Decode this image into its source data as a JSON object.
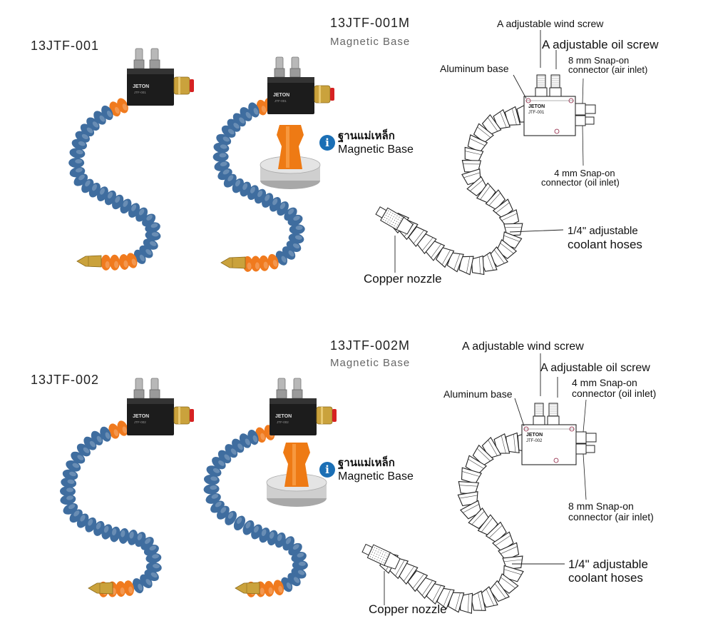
{
  "products": [
    {
      "model": "13JTF-001",
      "magnetic_model": "13JTF-001M",
      "magnetic_sub": "Magnetic Base",
      "info_thai": "ฐานแม่เหล็ก",
      "info_en": "Magnetic Base",
      "block_brand": "JETON",
      "block_code": "JTF-001",
      "diagram": {
        "wind_screw": "A adjustable wind screw",
        "oil_screw": "A adjustable oil screw",
        "aluminum_base": "Aluminum base",
        "connector_top_1": "8 mm Snap-on",
        "connector_top_2": "connector (air inlet)",
        "connector_bottom_1": "4 mm Snap-on",
        "connector_bottom_2": "connector (oil inlet)",
        "hose_1": "1/4\" adjustable",
        "hose_2": "coolant hoses",
        "nozzle": "Copper nozzle",
        "block_brand": "JETON",
        "block_code": "JTF-001"
      }
    },
    {
      "model": "13JTF-002",
      "magnetic_model": "13JTF-002M",
      "magnetic_sub": "Magnetic Base",
      "info_thai": "ฐานแม่เหล็ก",
      "info_en": "Magnetic Base",
      "block_brand": "JETON",
      "block_code": "JTF-002",
      "diagram": {
        "wind_screw": "A adjustable wind screw",
        "oil_screw": "A adjustable oil screw",
        "aluminum_base": "Aluminum base",
        "connector_top_1": "4 mm Snap-on",
        "connector_top_2": "connector (oil inlet)",
        "connector_bottom_1": "8 mm Snap-on",
        "connector_bottom_2": "connector (air inlet)",
        "hose_1": "1/4\" adjustable",
        "hose_2": "coolant hoses",
        "nozzle": "Copper nozzle",
        "block_brand": "JETON",
        "block_code": "JTF-002"
      }
    }
  ],
  "colors": {
    "hose_blue": "#3f6d9f",
    "hose_orange": "#f07a1e",
    "block_black": "#1c1c1c",
    "fitting_brass": "#caa23c",
    "fitting_red": "#d62222",
    "magnet_orange": "#ee7a14",
    "magnet_silver": "#cfcfcf",
    "info_blue": "#1b6fb5"
  },
  "icons": [
    "info-icon"
  ]
}
